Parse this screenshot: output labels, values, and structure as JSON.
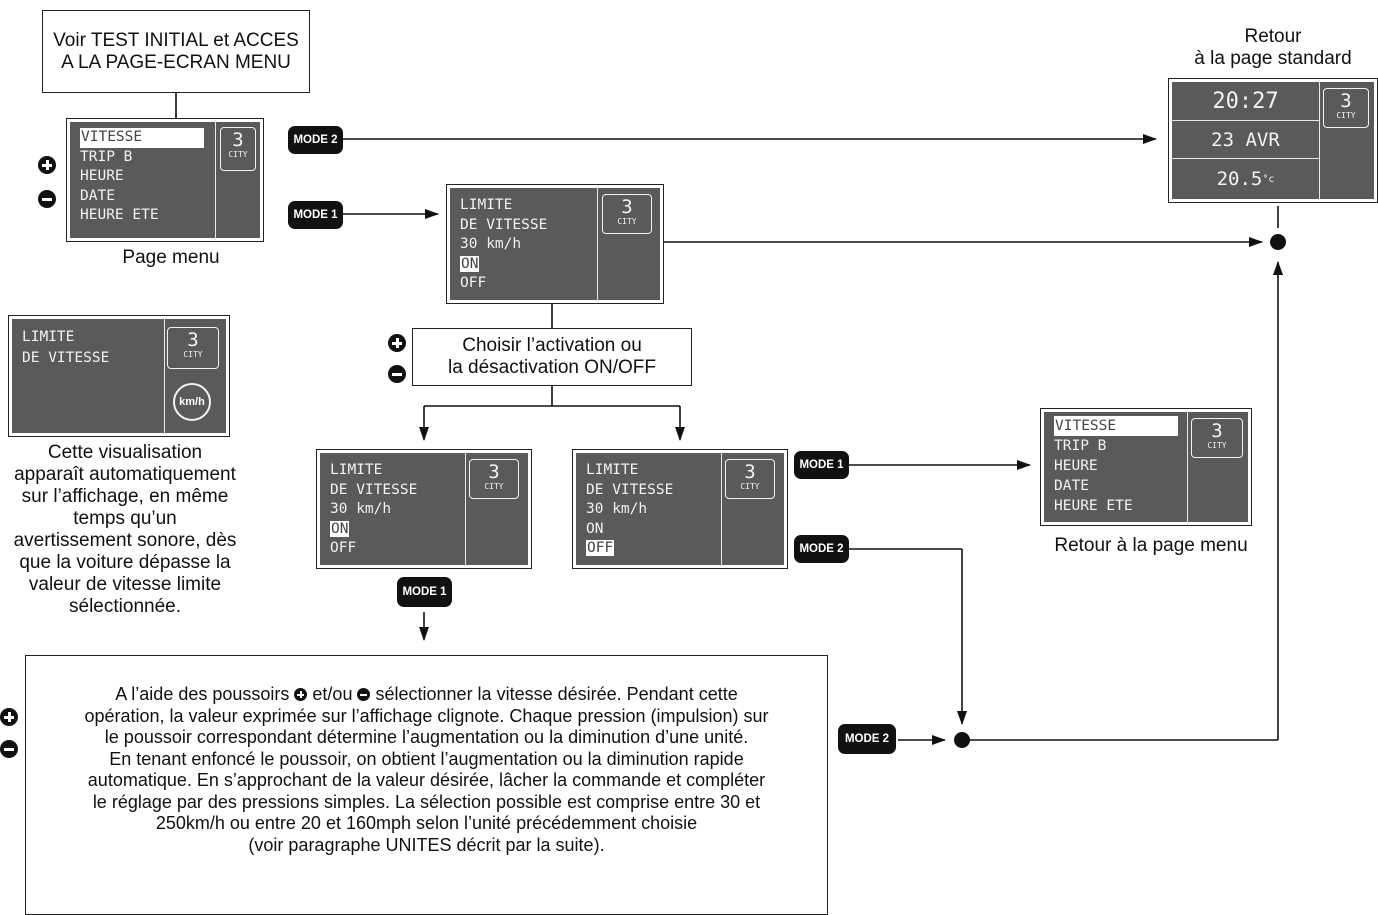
{
  "top_box": {
    "line1": "Voir TEST INITIAL et ACCES",
    "line2": "A LA PAGE-ECRAN MENU"
  },
  "menu_screen": {
    "items": [
      "VITESSE",
      "TRIP B",
      "HEURE",
      "DATE",
      "HEURE ETE"
    ],
    "gear": "3",
    "gear_mode": "CITY",
    "caption": "Page menu"
  },
  "limit_screen": {
    "lines": [
      "LIMITE",
      "DE VITESSE",
      "30 km/h",
      "ON",
      "OFF"
    ],
    "gear": "3",
    "gear_mode": "CITY"
  },
  "warn_screen": {
    "lines": [
      "LIMITE",
      "DE VITESSE"
    ],
    "gear": "3",
    "gear_mode": "CITY",
    "icon": "km/h",
    "caption": [
      "Cette visualisation",
      "apparaît automatiquement",
      "sur l’affichage, en même",
      "temps qu’un",
      "avertissement sonore, dès",
      "que la voiture dépasse la",
      "valeur de vitesse limite",
      "sélectionnée."
    ]
  },
  "choose_box": {
    "line1": "Choisir l’activation ou",
    "line2": "la désactivation ON/OFF"
  },
  "screen_on": {
    "lines": [
      "LIMITE",
      "DE VITESSE",
      "30 km/h",
      "ON",
      "OFF"
    ],
    "gear": "3",
    "gear_mode": "CITY"
  },
  "screen_off": {
    "lines": [
      "LIMITE",
      "DE VITESSE",
      "30 km/h",
      "ON",
      "OFF"
    ],
    "gear": "3",
    "gear_mode": "CITY"
  },
  "std_screen": {
    "title_line1": "Retour",
    "title_line2": "à la page standard",
    "time": "20:27",
    "date": "23 AVR",
    "temp": "20.5",
    "temp_unit": "°c",
    "gear": "3",
    "gear_mode": "CITY"
  },
  "menu_return": {
    "items": [
      "VITESSE",
      "TRIP B",
      "HEURE",
      "DATE",
      "HEURE ETE"
    ],
    "gear": "3",
    "gear_mode": "CITY",
    "caption": "Retour à la page menu"
  },
  "buttons": {
    "mode1": "MODE 1",
    "mode2": "MODE 2"
  },
  "instructions": {
    "l1a": "A l’aide des poussoirs",
    "l1b": "et/ou",
    "l1c": "sélectionner la vitesse désirée. Pendant cette",
    "l2": "opération, la valeur exprimée sur l’affichage clignote. Chaque pression (impulsion) sur",
    "l3": "le poussoir correspondant détermine l’augmentation ou la diminution d’une unité.",
    "l4": "En tenant enfoncé le poussoir, on obtient l’augmentation ou la diminution rapide",
    "l5": "automatique. En s’approchant de la valeur désirée, lâcher la commande et compléter",
    "l6": "le réglage par des pressions simples. La sélection possible est comprise entre 30 et",
    "l7": "250km/h ou entre 20 et 160mph selon l’unité précédemment choisie",
    "l8": "(voir paragraphe UNITES décrit par la suite)."
  }
}
